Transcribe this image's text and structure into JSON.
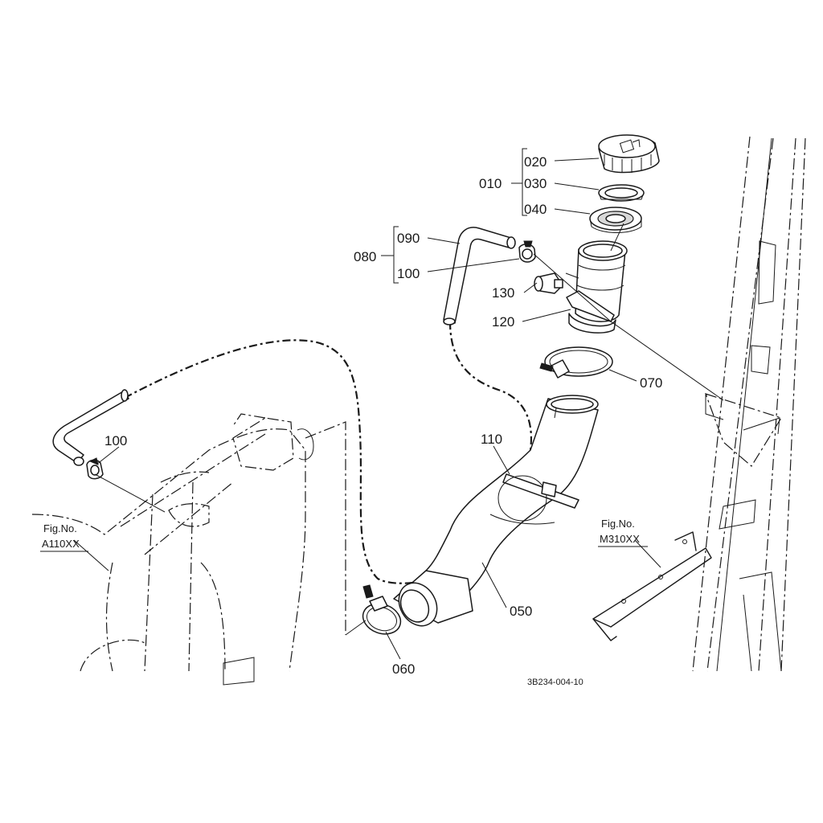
{
  "callouts": {
    "p010": "010",
    "p020": "020",
    "p030": "030",
    "p040": "040",
    "p080": "080",
    "p090": "090",
    "p100_top": "100",
    "p130": "130",
    "p120": "120",
    "p070": "070",
    "p110": "110",
    "p100_left": "100",
    "p050": "050",
    "p060": "060"
  },
  "references": {
    "left_fig_title": "Fig.No.",
    "left_fig_code": "A110XX",
    "right_fig_title": "Fig.No.",
    "right_fig_code": "M310XX"
  },
  "diagram_code": "3B234-004-10",
  "icons": {
    "fuel_cap_symbol": "fuel-pump-icon"
  }
}
